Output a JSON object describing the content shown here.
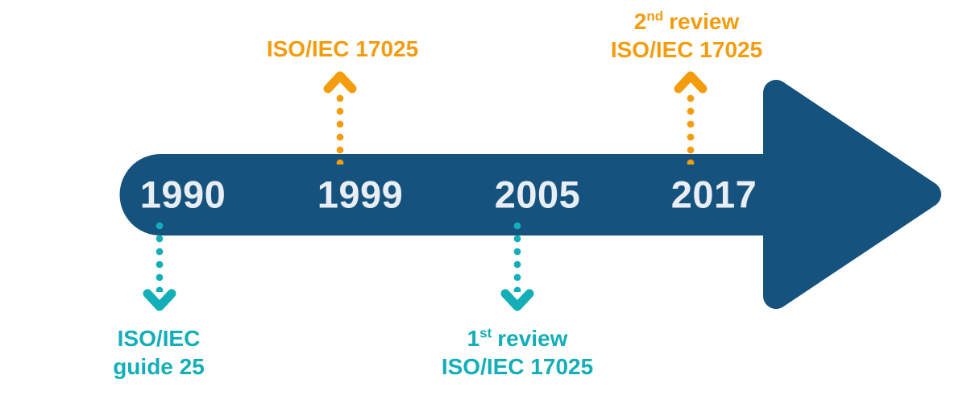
{
  "colors": {
    "bar_blue": "#15537E",
    "orange": "#F39C0E",
    "teal": "#13AEB8",
    "year_text": "#E9EEF4"
  },
  "years": [
    {
      "label": "1990"
    },
    {
      "label": "1999"
    },
    {
      "label": "2005"
    },
    {
      "label": "2017"
    }
  ],
  "events": {
    "guide25": {
      "year": "1990",
      "direction": "down",
      "line1": "ISO/IEC",
      "line2": "guide 25"
    },
    "publication": {
      "year": "1999",
      "direction": "up",
      "line1": "ISO/IEC 17025"
    },
    "first_review": {
      "year": "2005",
      "direction": "down",
      "prefix": "1",
      "sup": "st",
      "suffix": "review",
      "line2": "ISO/IEC 17025"
    },
    "second_review": {
      "year": "2017",
      "direction": "up",
      "prefix": "2",
      "sup": "nd",
      "suffix": "review",
      "line2": "ISO/IEC 17025"
    }
  }
}
